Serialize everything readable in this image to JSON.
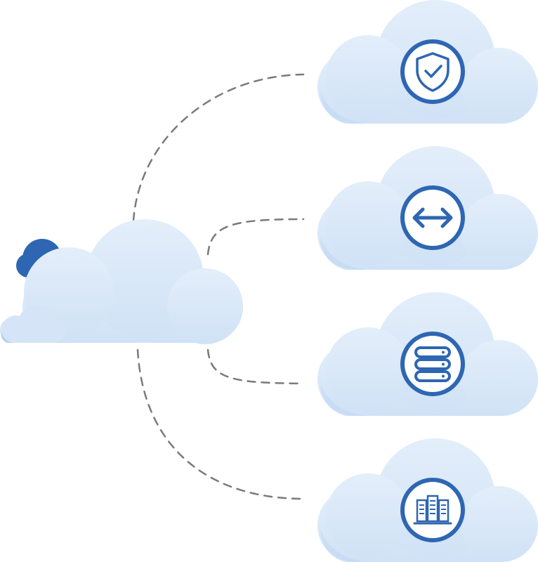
{
  "colors": {
    "cloud_light": "#dde9f7",
    "cloud_mid": "#d3e4f6",
    "cloud_shadow": "#a9c6ee",
    "accent_blue": "#2e66b3",
    "dash_gray": "#7a7a7a",
    "background": "#ffffff"
  },
  "hub": {
    "name": "central-cloud",
    "accent": "small-dark-blue-cloud"
  },
  "services": [
    {
      "id": "security",
      "icon": "shield-check-icon"
    },
    {
      "id": "transfer",
      "icon": "double-arrow-icon"
    },
    {
      "id": "database",
      "icon": "database-stack-icon"
    },
    {
      "id": "datacenter",
      "icon": "server-racks-icon"
    }
  ],
  "connectors": {
    "style": "dashed",
    "count": 4
  }
}
